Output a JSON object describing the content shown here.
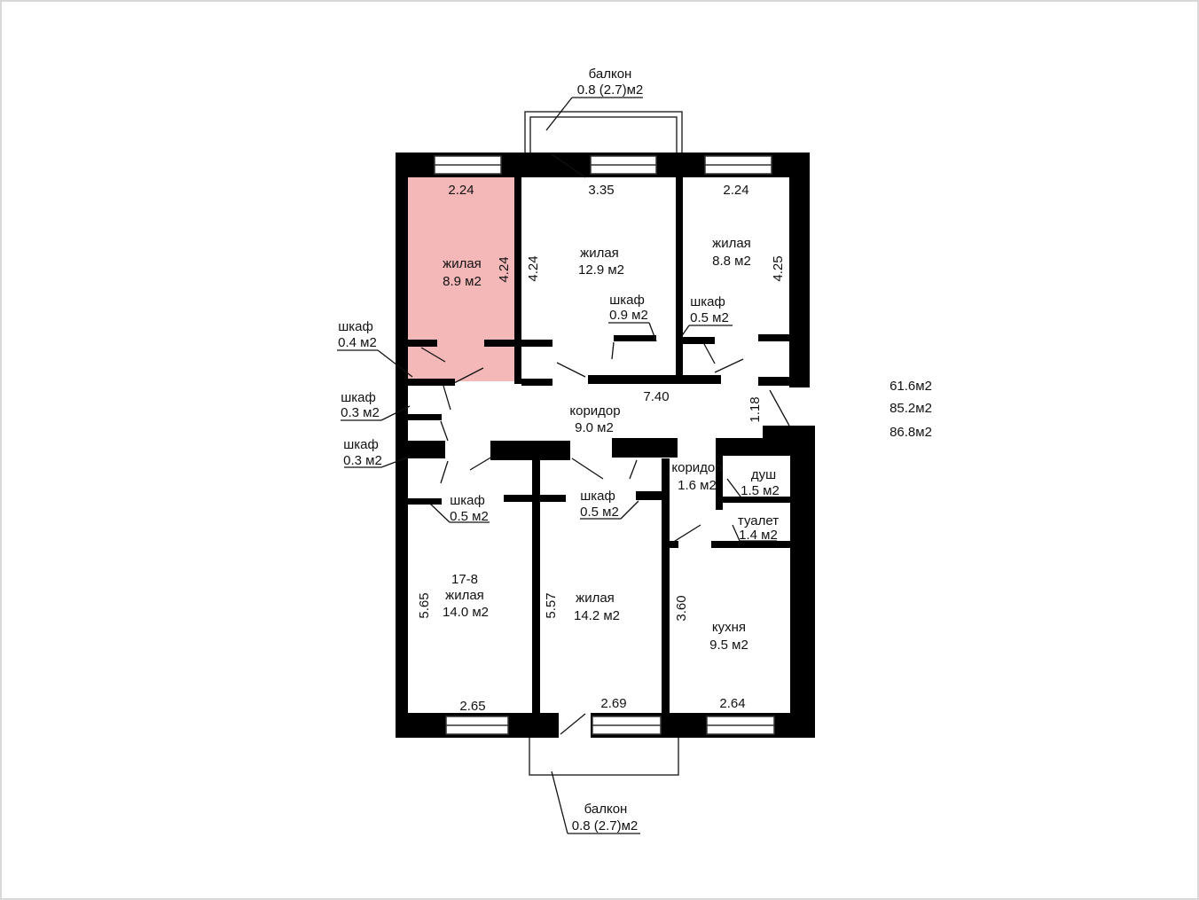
{
  "colors": {
    "wall": "#000000",
    "highlight": "#f5b8b8",
    "line": "#111111"
  },
  "balcony_top": {
    "name": "балкон",
    "area": "0.8 (2.7)м2"
  },
  "balcony_bottom": {
    "name": "балкон",
    "area": "0.8 (2.7)м2"
  },
  "rooms": {
    "r1": {
      "name": "жилая",
      "area": "8.9 м2",
      "w": "2.24",
      "h": "4.24"
    },
    "r2": {
      "name": "жилая",
      "area": "12.9 м2",
      "w": "3.35",
      "h": "4.24"
    },
    "r3": {
      "name": "жилая",
      "area": "8.8 м2",
      "w": "2.24",
      "h": "4.25"
    },
    "r4": {
      "code": "17-8",
      "name": "жилая",
      "area": "14.0 м2",
      "w": "2.65",
      "h": "5.65"
    },
    "r5": {
      "name": "жилая",
      "area": "14.2 м2",
      "w": "2.69",
      "h": "5.57"
    },
    "kitchen": {
      "name": "кухня",
      "area": "9.5 м2",
      "w": "2.64",
      "h": "3.60"
    }
  },
  "corridor": {
    "name": "коридор",
    "area": "9.0 м2",
    "len": "7.40",
    "w": "1.18"
  },
  "corridor2": {
    "name": "коридор",
    "area": "1.6 м2"
  },
  "shower": {
    "name": "душ",
    "area": "1.5 м2"
  },
  "toilet": {
    "name": "туалет",
    "area": "1.4 м2"
  },
  "closets": {
    "c1": {
      "name": "шкаф",
      "area": "0.4 м2"
    },
    "c2": {
      "name": "шкаф",
      "area": "0.3 м2"
    },
    "c3": {
      "name": "шкаф",
      "area": "0.3 м2"
    },
    "c4": {
      "name": "шкаф",
      "area": "0.9 м2"
    },
    "c5": {
      "name": "шкаф",
      "area": "0.5 м2"
    },
    "c6": {
      "name": "шкаф",
      "area": "0.5 м2"
    },
    "c7": {
      "name": "шкаф",
      "area": "0.5 м2"
    }
  },
  "totals": {
    "living": "61.6м2",
    "total": "85.2м2",
    "total_with_balcony": "86.8м2"
  }
}
